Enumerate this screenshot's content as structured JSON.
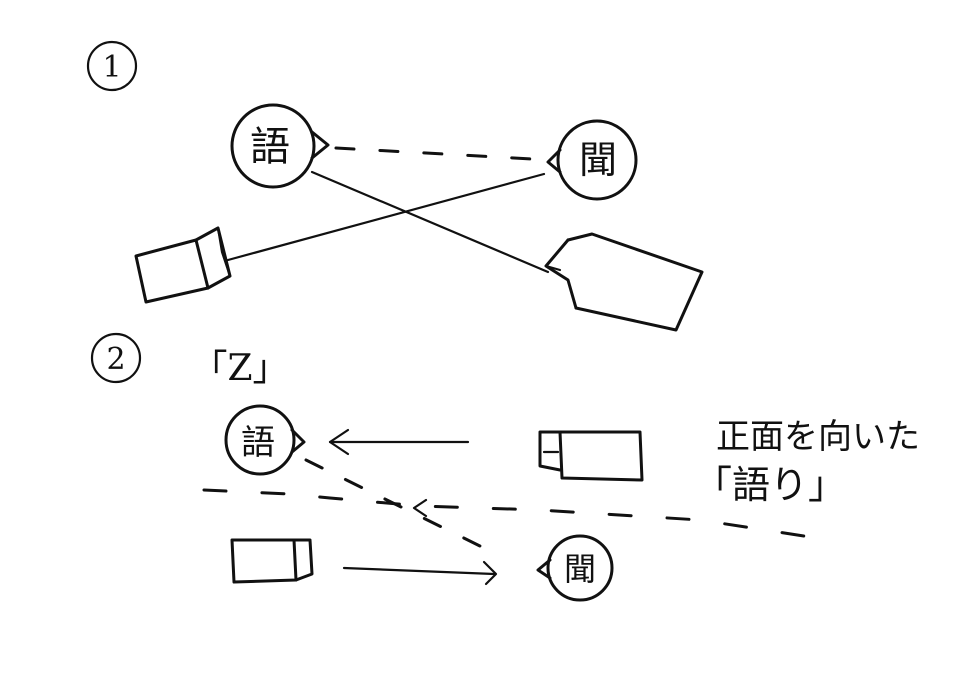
{
  "ink_color": "#111111",
  "background_color": "#ffffff",
  "section1": {
    "number": "1",
    "speaker": "語",
    "listener": "聞"
  },
  "section2": {
    "number": "2",
    "heading": "「Z」",
    "speaker": "語",
    "listener": "聞",
    "note_line1": "正面を向いた",
    "note_line2": "「語り」"
  }
}
